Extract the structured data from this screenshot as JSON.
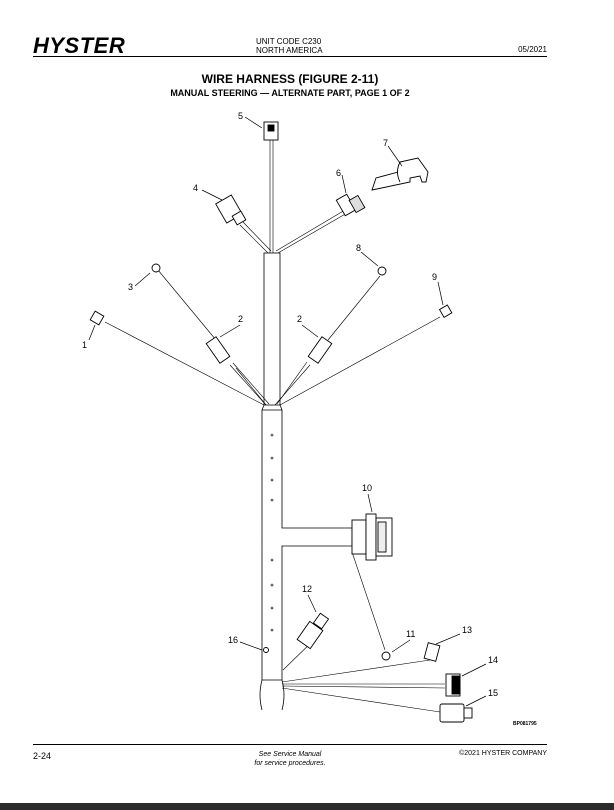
{
  "header": {
    "logo": "HYSTER",
    "unit_code": "UNIT CODE C230",
    "region": "NORTH AMERICA",
    "date": "05/2021"
  },
  "title": "WIRE HARNESS (FIGURE 2-11)",
  "subtitle": "MANUAL STEERING — ALTERNATE PART, PAGE 1 OF 2",
  "callouts": [
    "1",
    "2",
    "2",
    "3",
    "4",
    "5",
    "6",
    "7",
    "8",
    "9",
    "10",
    "11",
    "12",
    "13",
    "14",
    "15",
    "16"
  ],
  "figure_code": "BP081795",
  "footer": {
    "page": "2-24",
    "note_line1": "See Service Manual",
    "note_line2": "for service procedures.",
    "copyright": "©2021 HYSTER COMPANY"
  }
}
